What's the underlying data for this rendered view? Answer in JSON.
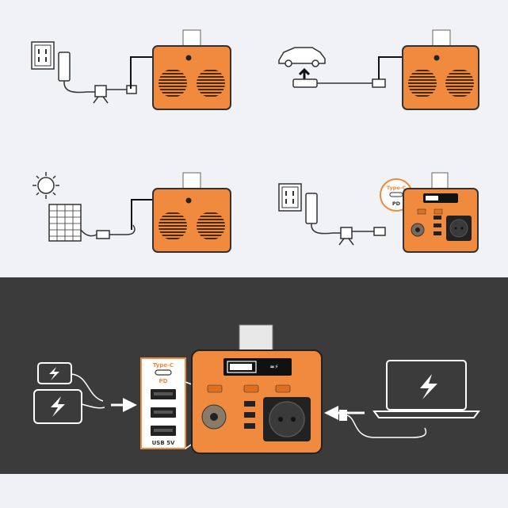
{
  "labels": {
    "type_c": "Type-C",
    "pd": "PD",
    "usb_5v": "USB 5V"
  },
  "colors": {
    "orange": "#f08a3e",
    "dark_panel": "#3b3b3b",
    "outline": "#333333",
    "light_bg": "#f1f2f6"
  }
}
